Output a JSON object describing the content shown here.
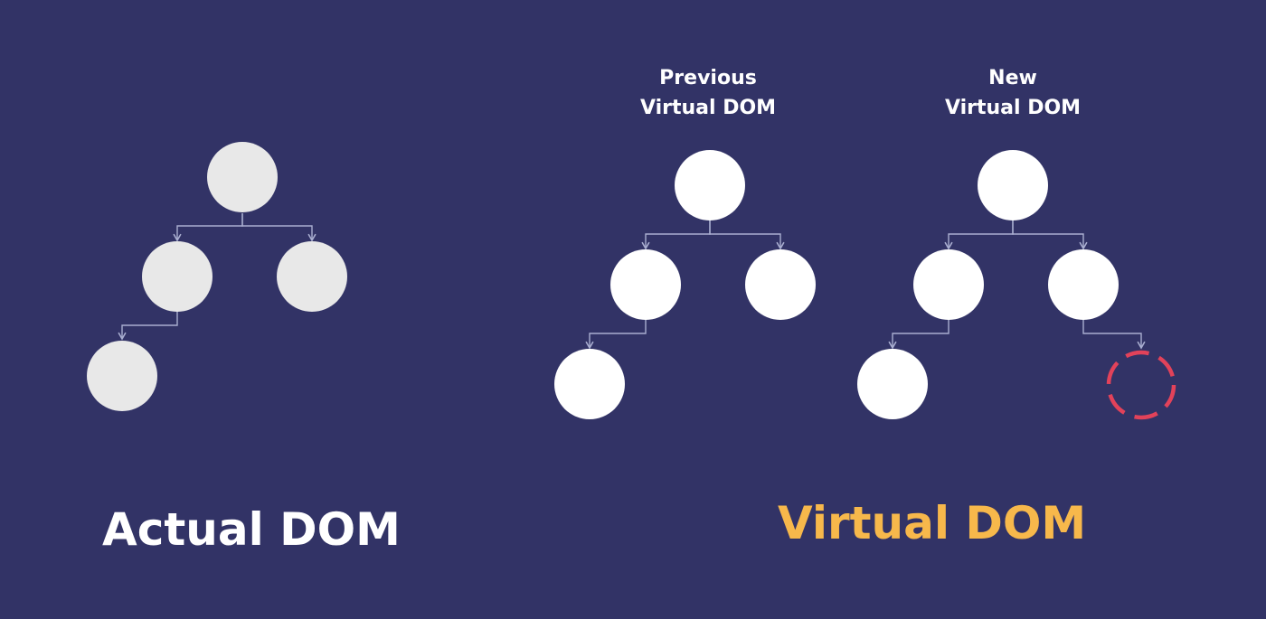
{
  "colors": {
    "background": "#323366",
    "actual_node": "#e8e8e8",
    "virtual_node": "#ffffff",
    "connector": "#a9aed0",
    "new_node_outline": "#e2425a",
    "virtual_caption": "#f7b84b",
    "actual_caption": "#ffffff"
  },
  "actual": {
    "caption": "Actual DOM"
  },
  "virtual": {
    "caption": "Virtual DOM",
    "previous_label_line1": "Previous",
    "previous_label_line2": "Virtual DOM",
    "new_label_line1": "New",
    "new_label_line2": "Virtual DOM"
  }
}
